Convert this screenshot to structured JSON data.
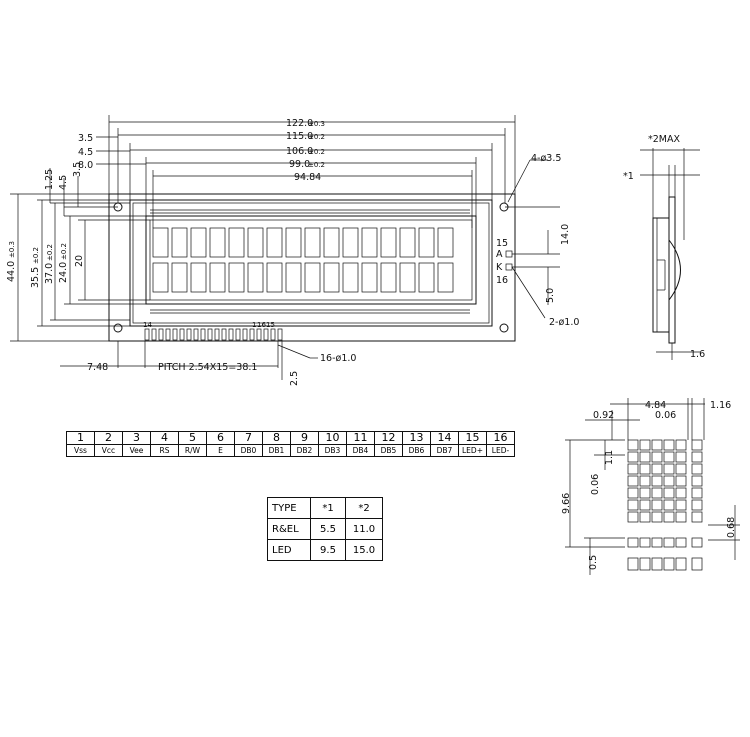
{
  "front": {
    "dims_top": [
      "122.0",
      "±0.3",
      "115.0",
      "±0.2",
      "106.0",
      "±0.2",
      "99.0",
      "±0.2",
      "94.84"
    ],
    "dims_left_top": [
      "3.5",
      "4.5",
      "8.0"
    ],
    "dims_vertical": [
      "44.0",
      "±0.3",
      "35.5",
      "±0.2",
      "37.0",
      "±0.2",
      "24.0",
      "±0.2",
      "20",
      "1.25",
      "4.5",
      "3.5"
    ],
    "holes": "4-ø3.5",
    "led_pins": [
      "15",
      "A",
      "K",
      "16"
    ],
    "dims_right": [
      "14.0",
      "5.0"
    ],
    "led_holes": "2-ø1.0",
    "pin_labels": [
      "14",
      "1",
      "16",
      "15"
    ],
    "pitch": "PITCH  2.54X15=38.1",
    "offset": "7.48",
    "pin_holes": "16-ø1.0",
    "pin_dim": "2.5"
  },
  "side": {
    "top": "*2MAX",
    "left": "*1",
    "bottom": "1.6"
  },
  "pin_table": {
    "numbers": [
      "1",
      "2",
      "3",
      "4",
      "5",
      "6",
      "7",
      "8",
      "9",
      "10",
      "11",
      "12",
      "13",
      "14",
      "15",
      "16"
    ],
    "signals": [
      "Vss",
      "Vcc",
      "Vee",
      "RS",
      "R/W",
      "E",
      "DB0",
      "DB1",
      "DB2",
      "DB3",
      "DB4",
      "DB5",
      "DB6",
      "DB7",
      "LED+",
      "LED-"
    ]
  },
  "type_table": {
    "header": [
      "TYPE",
      "*1",
      "*2"
    ],
    "rows": [
      [
        "R&EL",
        "5.5",
        "11.0"
      ],
      [
        "LED",
        "9.5",
        "15.0"
      ]
    ]
  },
  "char_detail": {
    "top": [
      "4.84",
      "0.92",
      "0.06",
      "1.16"
    ],
    "left": [
      "9.66",
      "0.06",
      "1.1",
      "0.5"
    ],
    "right": "0.68"
  }
}
